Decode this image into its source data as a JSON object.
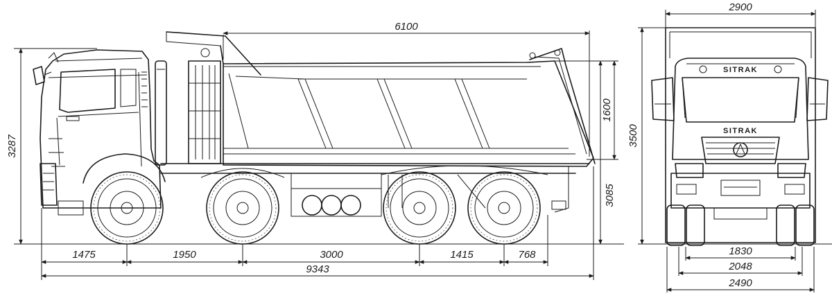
{
  "brand": "SITRAK",
  "dimensions": {
    "body_length": "6100",
    "overall_length": "9343",
    "front_overhang": "1475",
    "wheelbase_1_2": "1950",
    "wheelbase_2_3": "3000",
    "wheelbase_3_4": "1415",
    "rear_overhang": "768",
    "cab_height": "3287",
    "side_height": "1600",
    "platform_height": "3085",
    "overall_height": "3500",
    "tipped_width": "2900",
    "front_track": "1830",
    "rear_track": "2048",
    "overall_width": "2490"
  }
}
